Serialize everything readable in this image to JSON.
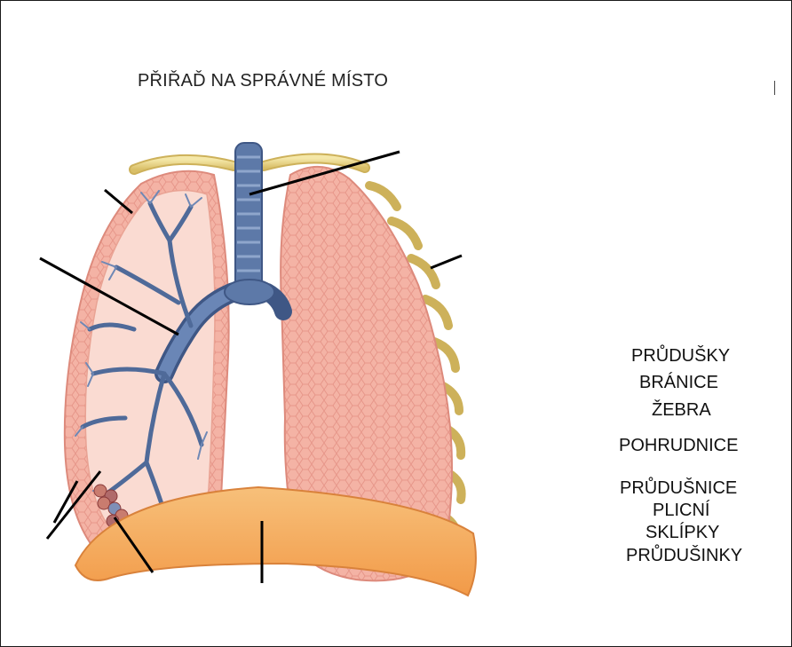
{
  "title": "PŘIŘAĎ NA SPRÁVNÉ MÍSTO",
  "word_bank": [
    "PRŮDUŠKY",
    "BRÁNICE",
    "ŽEBRA",
    "POHRUDNICE",
    "PRŮDUŠNICE",
    "PLICNÍ",
    "SKLÍPKY",
    "PRŮDUŠINKY"
  ],
  "colors": {
    "lung_fill": "#f3b0a2",
    "lung_edge": "#e08b7c",
    "lung_cut": "#fbe0d6",
    "airway": "#5d79a8",
    "airway_dark": "#3f5785",
    "rib": "#e9d58c",
    "diaphragm": "#f5a95c",
    "pointer_line": "#000000"
  }
}
